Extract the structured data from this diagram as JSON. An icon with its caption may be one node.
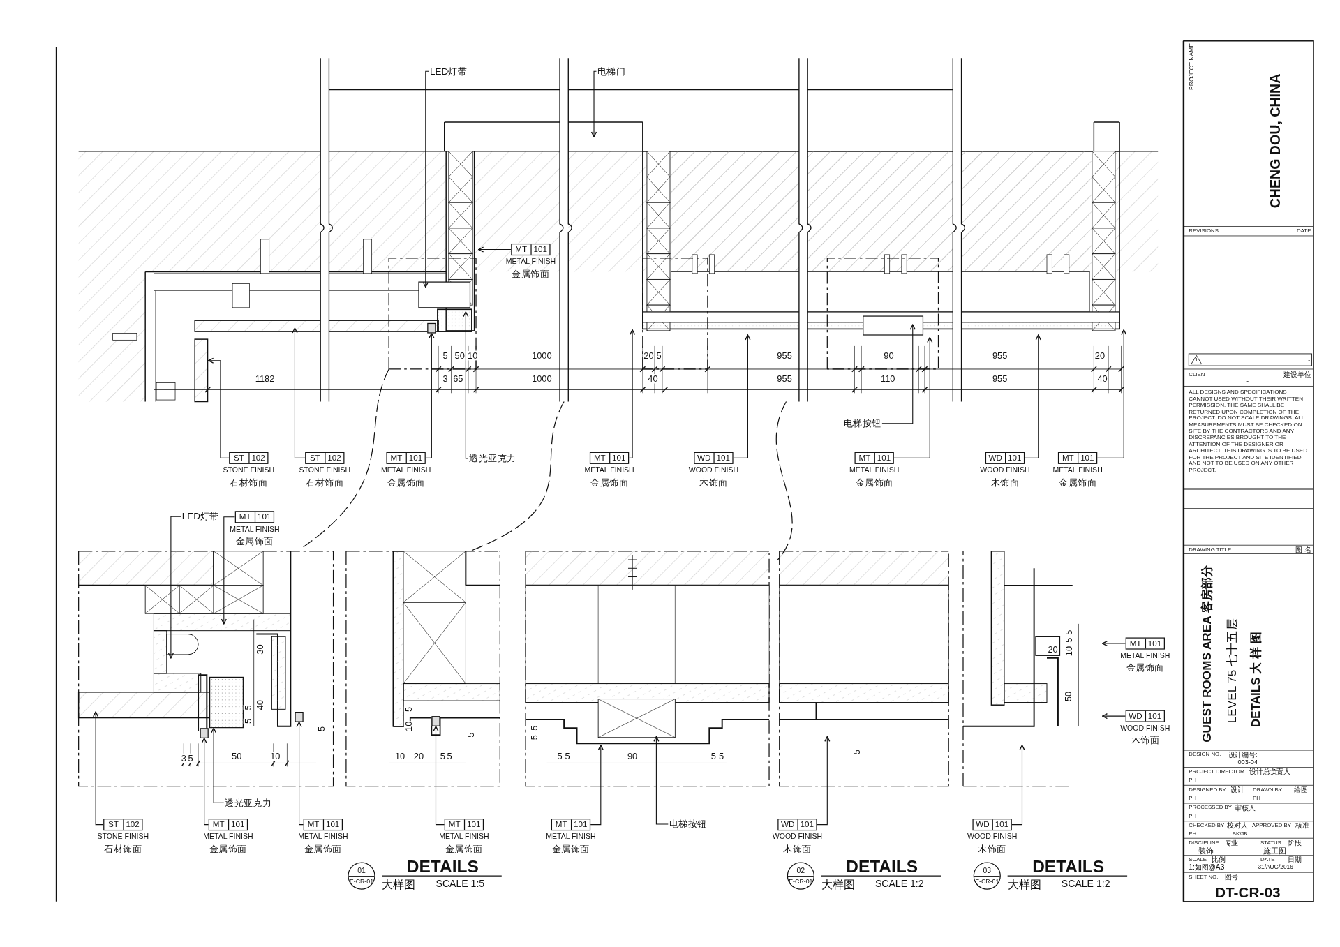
{
  "diagram": {
    "nodes": [
      {
        "text": [
          "ST",
          "102"
        ],
        "beside": [
          "STONE FINISH",
          "石材饰面"
        ]
      },
      {
        "text": [
          "ST",
          "102"
        ],
        "beside": [
          "STONE FINISH",
          "石材饰面"
        ]
      },
      {
        "text": [
          "MT",
          "101"
        ],
        "beside": [
          "METAL FINISH",
          "金属饰面"
        ]
      },
      {
        "text": [
          "透光亚克力"
        ]
      },
      {
        "text": [
          "MT",
          "101"
        ],
        "beside": [
          "METAL FINISH",
          "金属饰面"
        ]
      },
      {
        "text": [
          "WD",
          "101"
        ],
        "beside": [
          "WOOD FINISH",
          "木饰面"
        ]
      },
      {
        "text": [
          "MT",
          "101"
        ],
        "beside": [
          "METAL FINISH",
          "金属饰面"
        ]
      },
      {
        "text": [
          "WD",
          "101"
        ],
        "beside": [
          "WOOD FINISH",
          "木饰面"
        ]
      },
      {
        "text": [
          "MT",
          "101"
        ],
        "beside": [
          "METAL FINISH",
          "金属饰面"
        ]
      },
      {
        "text": [
          "电梯按钮"
        ]
      },
      {
        "text": [
          "MT",
          "101"
        ],
        "beside": [
          "METAL FINISH",
          "金属饰面"
        ]
      },
      {
        "text": [
          "LED灯带"
        ]
      },
      {
        "text": [
          "电梯门"
        ]
      },
      {
        "text": [
          "LED灯带"
        ]
      },
      {
        "text": [
          "MT",
          "101"
        ],
        "beside": [
          "METAL FINISH",
          "金属饰面"
        ]
      },
      {
        "text": [
          "ST",
          "102"
        ],
        "beside": [
          "STONE FINISH",
          "石材饰面"
        ]
      },
      {
        "text": [
          "MT",
          "101"
        ],
        "beside": [
          "METAL FINISH",
          "金属饰面"
        ]
      },
      {
        "text": [
          "透光亚克力"
        ]
      },
      {
        "text": [
          "MT",
          "101"
        ],
        "beside": [
          "METAL FINISH",
          "金属饰面"
        ]
      },
      {
        "text": [
          "MT",
          "101"
        ],
        "beside": [
          "METAL FINISH",
          "金属饰面"
        ]
      },
      {
        "text": [
          "MT",
          "101"
        ],
        "beside": [
          "METAL FINISH",
          "金属饰面"
        ]
      },
      {
        "text": [
          "电梯按钮"
        ]
      },
      {
        "text": [
          "WD",
          "101"
        ],
        "beside": [
          "WOOD FINISH",
          "木饰面"
        ]
      },
      {
        "text": [
          "WD",
          "101"
        ],
        "beside": [
          "WOOD FINISH",
          "木饰面"
        ]
      },
      {
        "text": [
          "MT",
          "101"
        ],
        "beside": [
          "METAL FINISH",
          "金属饰面"
        ]
      },
      {
        "text": [
          "WD",
          "101"
        ],
        "beside": [
          "WOOD FINISH",
          "木饰面"
        ]
      },
      {
        "text": [
          "01",
          "E-CR-01"
        ],
        "beside": [
          "DETAILS",
          "大样图",
          "SCALE 1:5"
        ]
      },
      {
        "text": [
          "02",
          "E-CR-01"
        ],
        "beside": [
          "DETAILS",
          "大样图",
          "SCALE 1:2"
        ]
      },
      {
        "text": [
          "03",
          "E-CR-01"
        ],
        "beside": [
          "DETAILS",
          "大样图",
          "SCALE 1:2"
        ]
      },
      {
        "text": [],
        "shape": "bar"
      },
      {
        "text": [],
        "shape": "bar"
      },
      {
        "text": [],
        "shape": "box"
      },
      {
        "text": [],
        "shape": "bar"
      },
      {
        "text": [],
        "shape": "bar"
      }
    ],
    "edges": [
      {
        "from": 0,
        "to": null,
        "arrow": "to"
      },
      {
        "from": 1,
        "to": null,
        "arrow": "to"
      },
      {
        "from": 2,
        "to": 29,
        "arrow": "to"
      },
      {
        "from": 3,
        "to": null,
        "arrow": "to"
      },
      {
        "from": 4,
        "to": null,
        "arrow": "to"
      },
      {
        "from": 5,
        "to": null,
        "arrow": "to"
      },
      {
        "from": 6,
        "to": null,
        "arrow": "to"
      },
      {
        "from": 7,
        "to": null,
        "arrow": "to"
      },
      {
        "from": 8,
        "to": null,
        "arrow": "to"
      },
      {
        "from": 9,
        "to": null,
        "arrow": "to"
      },
      {
        "from": 10,
        "to": null,
        "arrow": "to"
      },
      {
        "from": 11,
        "to": null,
        "arrow": "to"
      },
      {
        "from": 12,
        "to": null,
        "arrow": "to"
      },
      {
        "from": 13,
        "to": null,
        "arrow": "to"
      },
      {
        "from": 14,
        "to": null,
        "arrow": "to"
      },
      {
        "from": 15,
        "to": null,
        "arrow": "to"
      },
      {
        "from": 16,
        "to": 30,
        "arrow": "to"
      },
      {
        "from": 17,
        "to": 31,
        "arrow": "to"
      },
      {
        "from": 18,
        "to": 32,
        "arrow": "to"
      },
      {
        "from": 19,
        "to": 33,
        "arrow": "to"
      },
      {
        "from": 20,
        "to": null,
        "arrow": "to"
      },
      {
        "from": 21,
        "to": null,
        "arrow": "to"
      },
      {
        "from": 22,
        "to": null,
        "arrow": "to"
      },
      {
        "from": 23,
        "to": null,
        "arrow": "to"
      },
      {
        "from": 24,
        "to": null,
        "arrow": "to"
      },
      {
        "from": 25,
        "to": null,
        "arrow": "to"
      }
    ],
    "labels": [
      "5",
      "50",
      "10",
      "1000",
      "20",
      "5",
      "955",
      "90",
      "955",
      "20",
      "1182",
      "3",
      "65",
      "1000",
      "40",
      "955",
      "110",
      "955",
      "40",
      "30",
      "40",
      "5",
      "5",
      "3",
      "5",
      "50",
      "10",
      "5",
      "5",
      "10",
      "10",
      "20",
      "5",
      "5",
      "5",
      "5",
      "5",
      "5",
      "5",
      "90",
      "5",
      "5",
      "5",
      "5",
      "5",
      "10",
      "20",
      "50",
      "PROJECT NAME",
      "CHENG DOU, CHINA",
      "REVISIONS",
      "DATE",
      "-",
      "CLIEN",
      "建设单位",
      "-",
      "ALL DESIGNS AND SPECIFICATIONS CANNOT USED WITHOUT THEIR WRITTEN PERMISSION. THE SAME SHALL BE RETURNED UPON COMPLETION OF THE PROJECT. DO NOT SCALE DRAWINGS. ALL MEASUREMENTS MUST BE CHECKED ON SITE BY THE CONTRACTORS AND ANY DISCREPANCIES BROUGHT TO THE ATTENTION OF THE DESIGNER OR ARCHITECT. THIS DRAWING IS TO BE USED FOR THE PROJECT AND SITE IDENTIFIED AND NOT TO BE USED ON ANY OTHER PROJECT.",
      "DRAWING TITLE",
      "图 名",
      "GUEST ROOMS AREA 客房部分",
      "LEVEL 75 七十五层",
      "DETAILS 大 样 图",
      "DESIGN NO.",
      "设计编号:",
      "003-04",
      "PROJECT DIRECTOR",
      "设计总负责人",
      "PH",
      "DESIGNED BY",
      "设计",
      "DRAWN BY",
      "绘图",
      "PH",
      "PH",
      "PROCESSED BY",
      "审核人",
      "PH",
      "CHECKED BY",
      "校对人",
      "APPROVED BY",
      "核准",
      "PH",
      "BK/JB",
      "DISCIPLINE",
      "专业",
      "STATUS",
      "阶段",
      "装饰",
      "施工图",
      "SCALE",
      "比例",
      "DATE",
      "日期",
      "1:如图@A3",
      "31/AUG/2016",
      "SHEET NO.",
      "图号",
      "DT-CR-03"
    ]
  }
}
